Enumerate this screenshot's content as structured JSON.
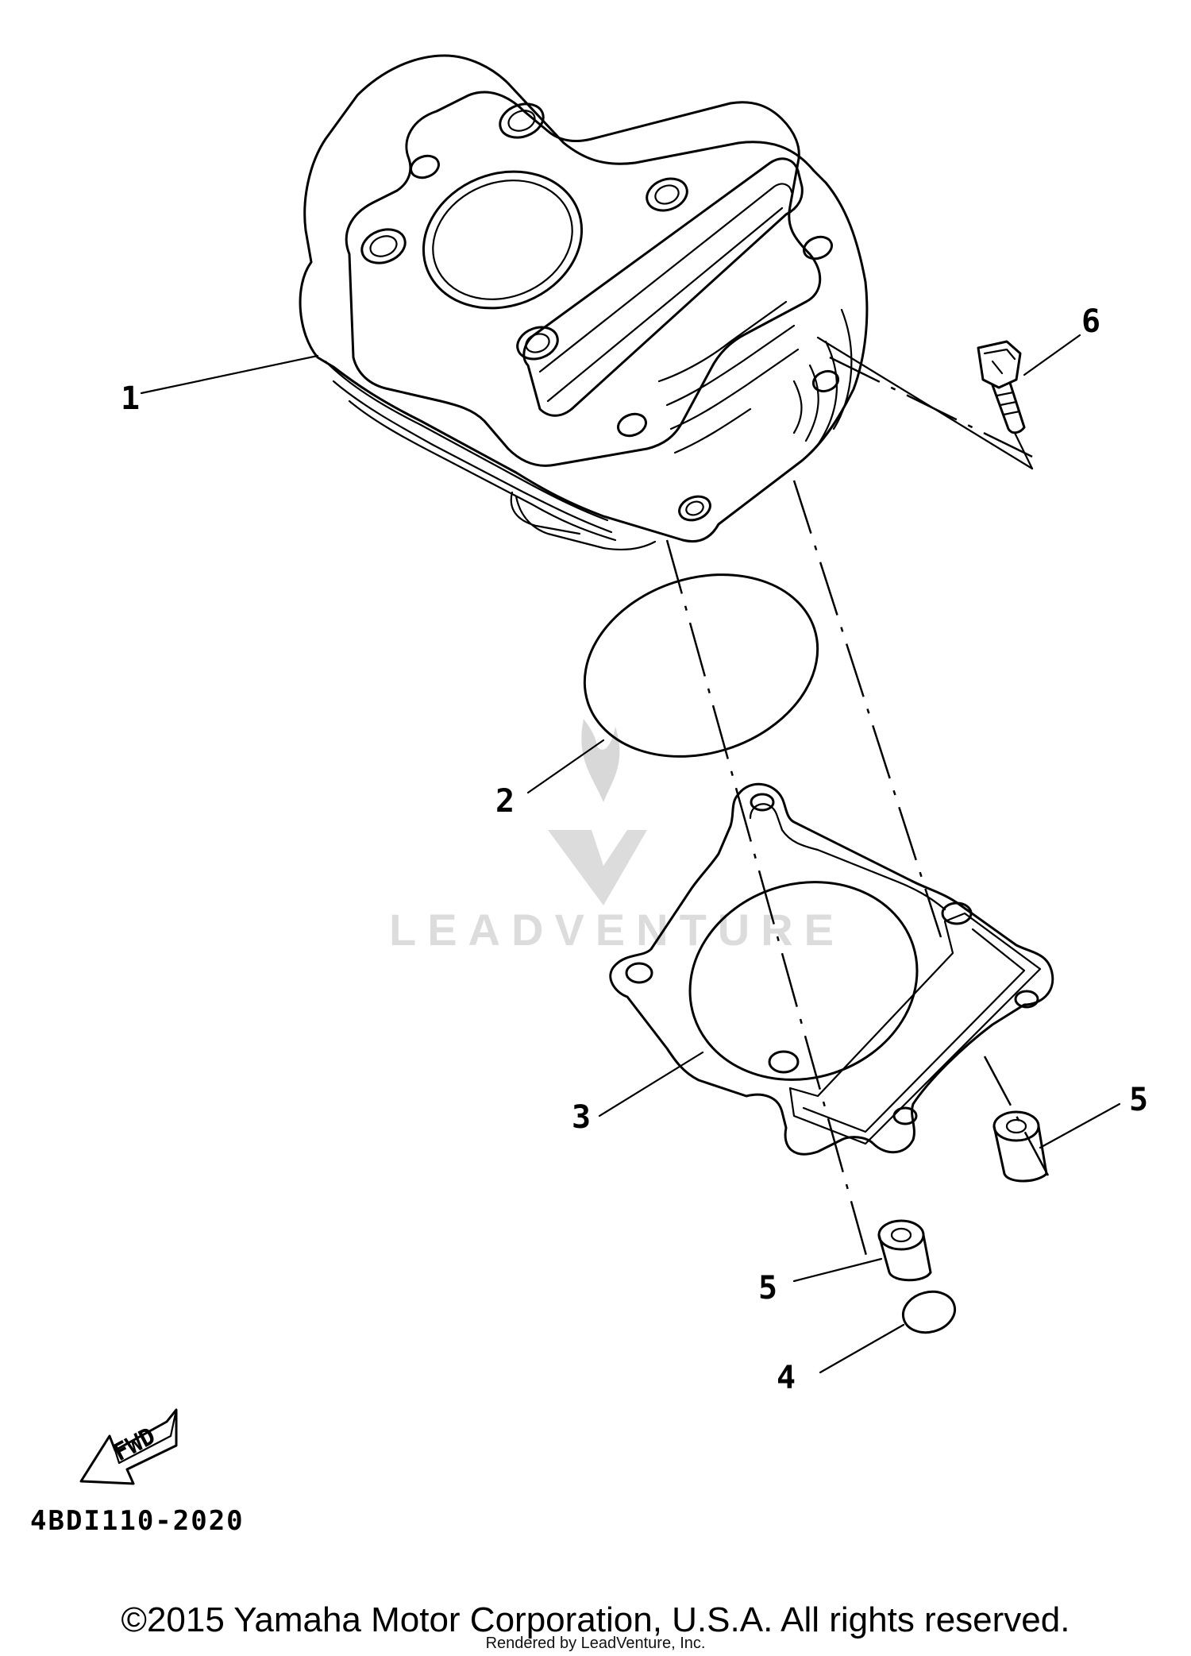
{
  "callouts": {
    "c1": "1",
    "c2": "2",
    "c3": "3",
    "c4": "4",
    "c5a": "5",
    "c5b": "5",
    "c6": "6"
  },
  "fwd_label": "FWD",
  "watermark_text": "LEADVENTURE",
  "diagram_code": "4BDI110-2020",
  "copyright": "©2015 Yamaha Motor Corporation, U.S.A. All rights reserved.",
  "rendered_by": "Rendered by LeadVenture, Inc."
}
